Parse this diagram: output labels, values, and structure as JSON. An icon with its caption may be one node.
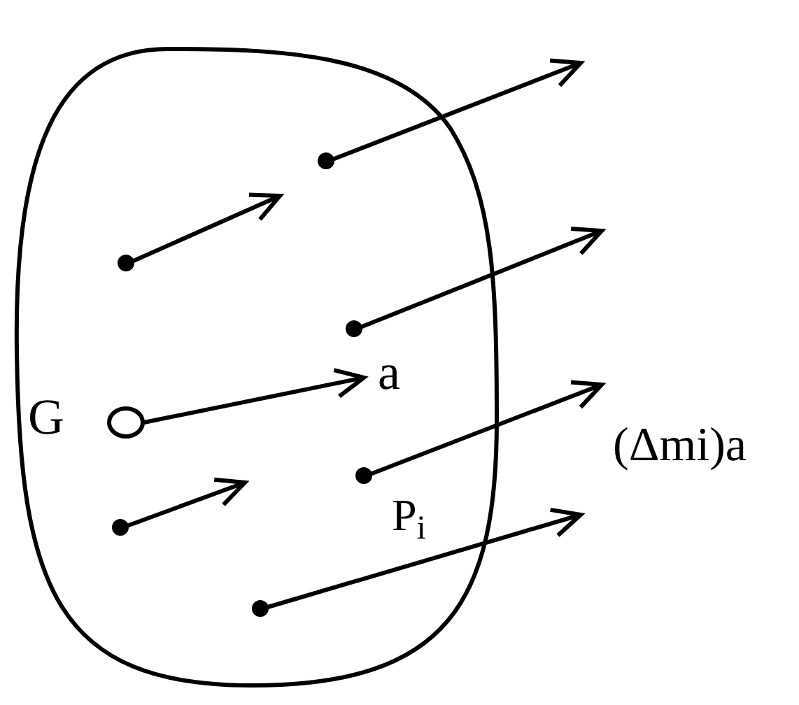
{
  "diagram": {
    "labels": [
      "G",
      "a",
      "(Δmi)a",
      "P$_{i}$"
    ]
  }
}
